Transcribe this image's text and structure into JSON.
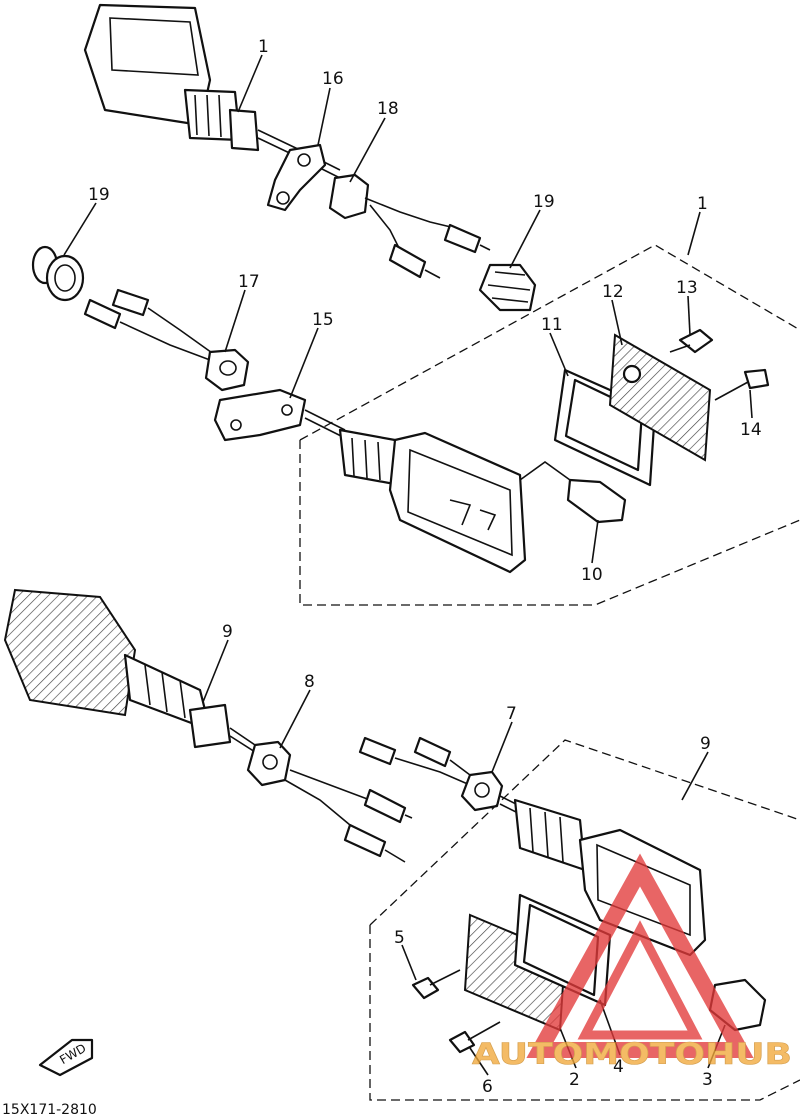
{
  "diagram": {
    "drawing_code": "15X171-2810",
    "fwd_label": "FWD",
    "watermark": {
      "text": "AUTOMOTOHUB",
      "color": "#e23b3b",
      "logo": "warning-triangle-logo"
    },
    "callouts": [
      {
        "id": "c1a",
        "text": "1"
      },
      {
        "id": "c16",
        "text": "16"
      },
      {
        "id": "c18",
        "text": "18"
      },
      {
        "id": "c19a",
        "text": "19"
      },
      {
        "id": "c19b",
        "text": "19"
      },
      {
        "id": "c1b",
        "text": "1"
      },
      {
        "id": "c17",
        "text": "17"
      },
      {
        "id": "c15",
        "text": "15"
      },
      {
        "id": "c12",
        "text": "12"
      },
      {
        "id": "c13",
        "text": "13"
      },
      {
        "id": "c11",
        "text": "11"
      },
      {
        "id": "c14",
        "text": "14"
      },
      {
        "id": "c10",
        "text": "10"
      },
      {
        "id": "c9a",
        "text": "9"
      },
      {
        "id": "c8",
        "text": "8"
      },
      {
        "id": "c7",
        "text": "7"
      },
      {
        "id": "c9b",
        "text": "9"
      },
      {
        "id": "c5",
        "text": "5"
      },
      {
        "id": "c6",
        "text": "6"
      },
      {
        "id": "c2",
        "text": "2"
      },
      {
        "id": "c4",
        "text": "4"
      },
      {
        "id": "c3",
        "text": "3"
      }
    ]
  }
}
